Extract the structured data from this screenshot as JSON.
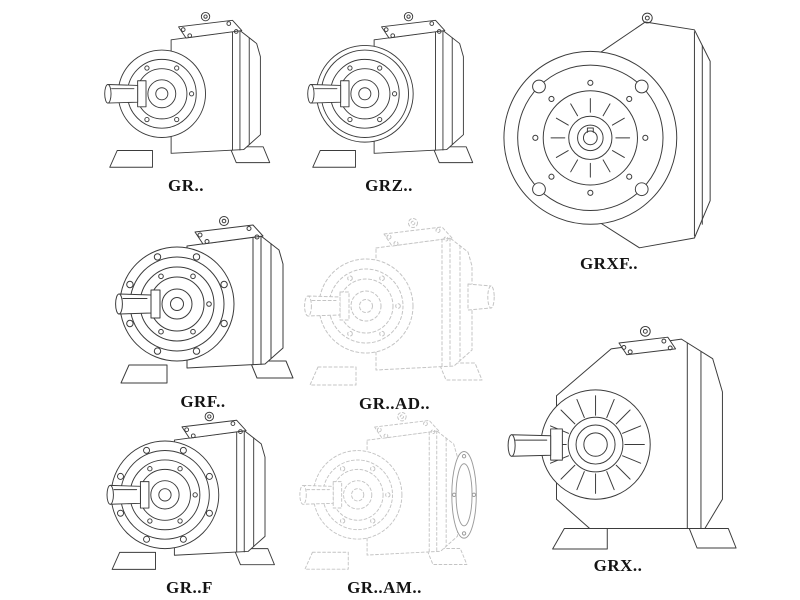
{
  "page": {
    "background": "#ffffff",
    "line_color": "#3b3b3b",
    "ghost_line_color": "#c4c4c4",
    "label_color": "#141414"
  },
  "items": [
    {
      "id": "gr",
      "label": "GR.."
    },
    {
      "id": "grz",
      "label": "GRZ.."
    },
    {
      "id": "grxf",
      "label": "GRXF.."
    },
    {
      "id": "grf",
      "label": "GRF.."
    },
    {
      "id": "gr-ad",
      "label": "GR..AD.."
    },
    {
      "id": "gr-f",
      "label": "GR..F"
    },
    {
      "id": "gr-am",
      "label": "GR..AM.."
    },
    {
      "id": "grx",
      "label": "GRX.."
    }
  ]
}
